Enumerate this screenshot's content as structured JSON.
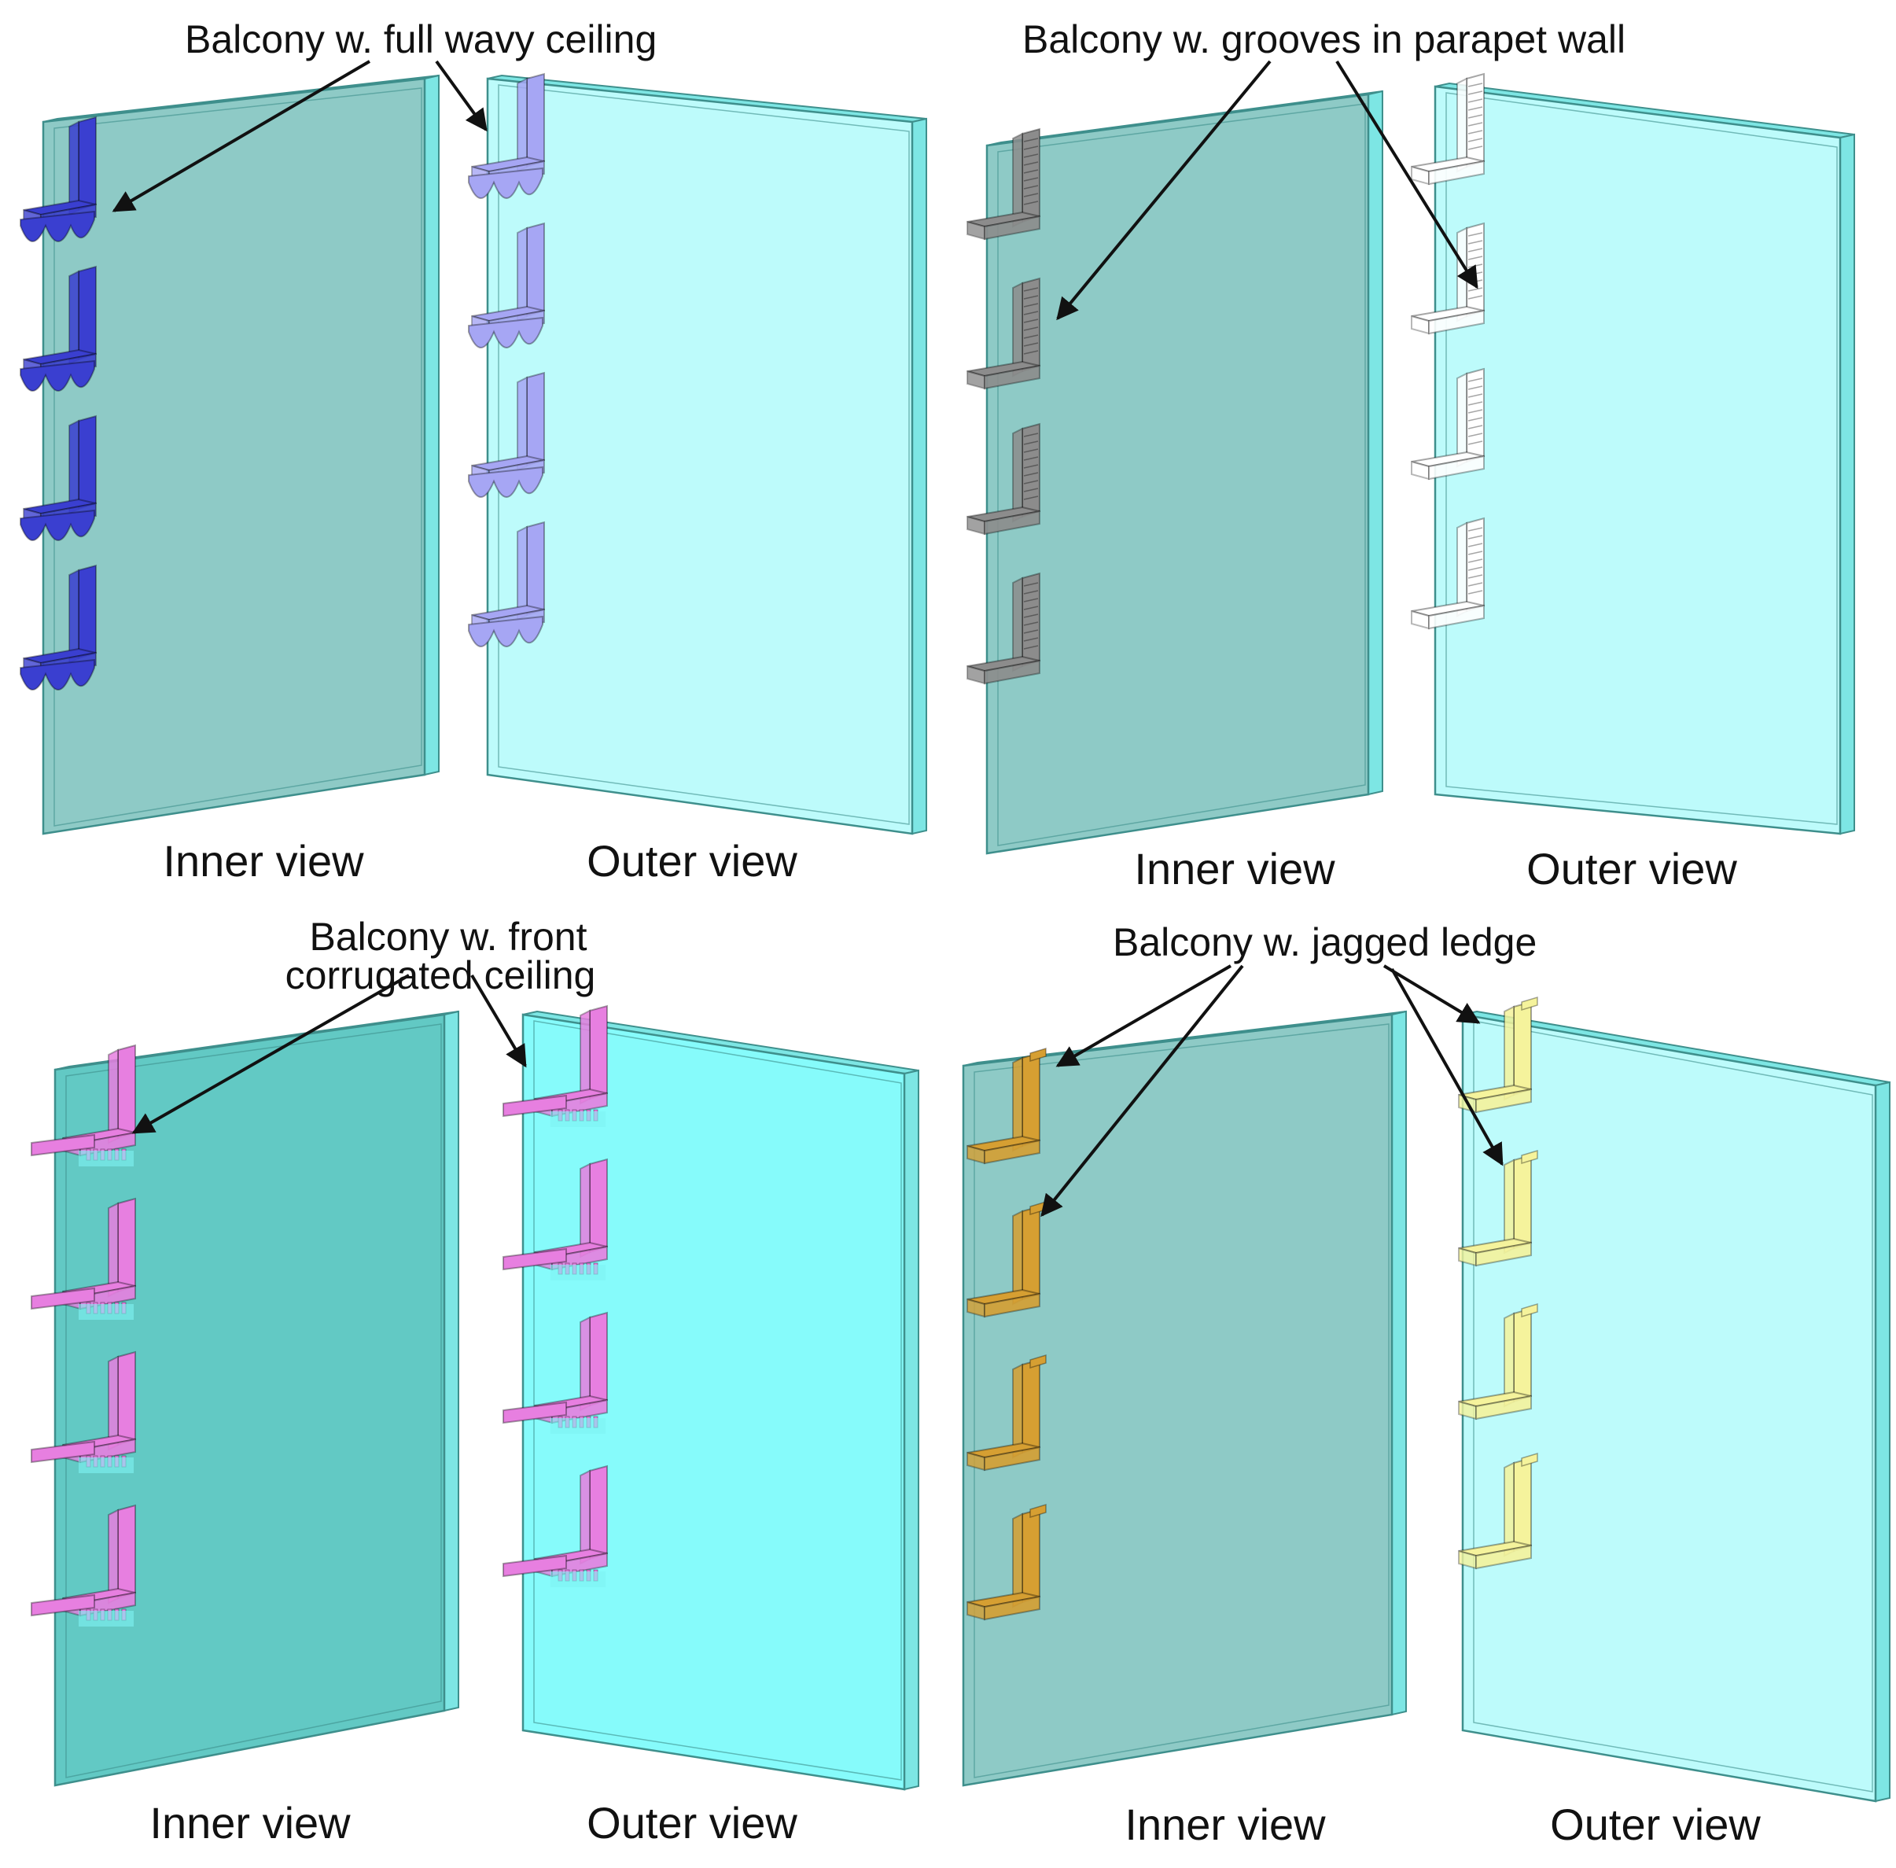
{
  "colors": {
    "panel_inner": "#8ecac6",
    "panel_inner_dark": "#62c9c4",
    "panel_outer": "#bdfbfb",
    "panel_outer_cyan": "#86fbfb",
    "panel_edge": "#7de6e4",
    "panel_outline": "#3e8f8c",
    "wavy_inner": "#3a3fd0",
    "wavy_outer": "#a6a6f4",
    "grooves_inner": "#8c8c8c",
    "grooves_outer": "#ffffff",
    "corrugated": "#e77fe0",
    "corrugated_fin": "#b98ce4",
    "jagged_inner": "#d69f32",
    "jagged_outer": "#f5f39c",
    "arrow": "#111111"
  },
  "panels": [
    {
      "callout": "Balcony w. full wavy ceiling",
      "inner_label": "Inner view",
      "outer_label": "Outer view",
      "balcony_icon": "wavy-ceiling-balcony-icon"
    },
    {
      "callout": "Balcony w. grooves in parapet wall",
      "inner_label": "Inner view",
      "outer_label": "Outer view",
      "balcony_icon": "grooved-parapet-balcony-icon"
    },
    {
      "callout_line1": "Balcony w. front",
      "callout_line2": "corrugated ceiling",
      "inner_label": "Inner view",
      "outer_label": "Outer view",
      "balcony_icon": "corrugated-ceiling-balcony-icon"
    },
    {
      "callout": "Balcony w. jagged ledge",
      "inner_label": "Inner view",
      "outer_label": "Outer view",
      "balcony_icon": "jagged-ledge-balcony-icon"
    }
  ]
}
